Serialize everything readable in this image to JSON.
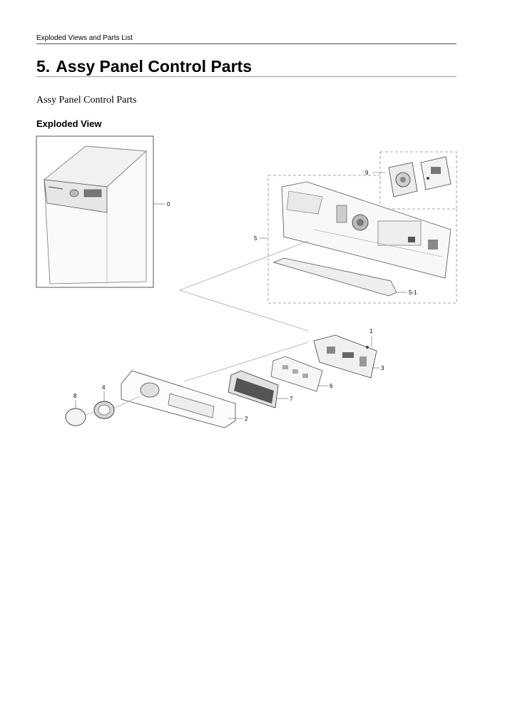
{
  "running_head": "Exploded Views and Parts List",
  "section": {
    "number": "5.",
    "title": "Assy Panel Control Parts"
  },
  "subtitle": "Assy Panel Control Parts",
  "sub_heading": "Exploded View",
  "callouts": {
    "c0": "0",
    "c1": "1",
    "c2": "2",
    "c3": "3",
    "c4": "4",
    "c5": "5",
    "c5_1": "5-1",
    "c6": "6",
    "c7": "7",
    "c8": "8",
    "c9": "9"
  }
}
